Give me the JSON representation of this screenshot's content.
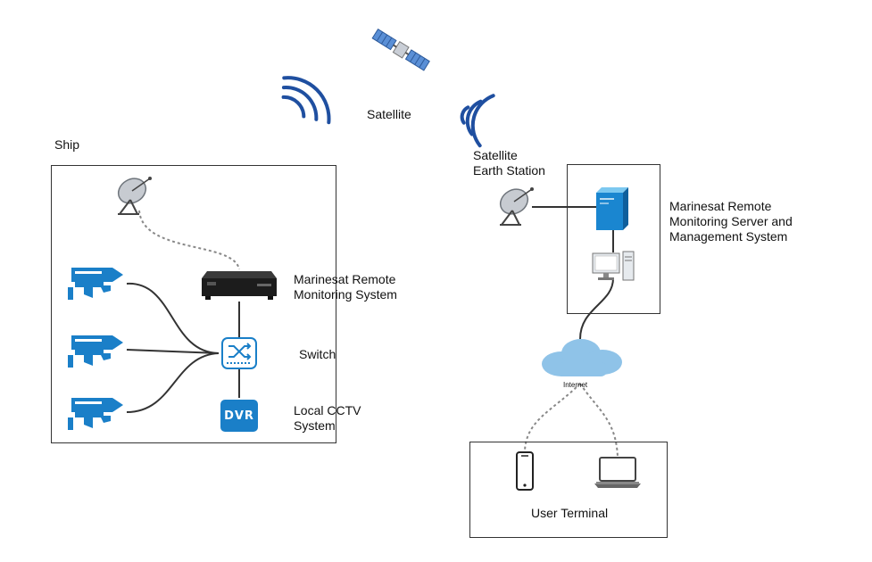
{
  "labels": {
    "satellite": "Satellite",
    "ship": "Ship",
    "earth_station": [
      "Satellite",
      "Earth Station"
    ],
    "remote_monitoring_system": [
      "Marinesat Remote",
      "Monitoring System"
    ],
    "switch": "Switch",
    "local_cctv": [
      "Local CCTV",
      "System"
    ],
    "server_system": [
      "Marinesat Remote",
      "Monitoring Server and",
      "Management System"
    ],
    "internet": "Internet",
    "user_terminal": "User Terminal",
    "dvr": "DVR"
  },
  "colors": {
    "accent_blue": "#1a7fc8",
    "signal_blue": "#1f4fa0",
    "line": "#333333",
    "dotted": "#888888",
    "cloud": "#8fc3e8"
  },
  "icons": [
    "satellite-icon",
    "signal-waves-icon",
    "satellite-dish-icon",
    "cctv-camera-icon",
    "recorder-icon",
    "switch-icon",
    "dvr-icon",
    "server-icon",
    "computer-icon",
    "cloud-icon",
    "smartphone-icon",
    "laptop-icon"
  ]
}
